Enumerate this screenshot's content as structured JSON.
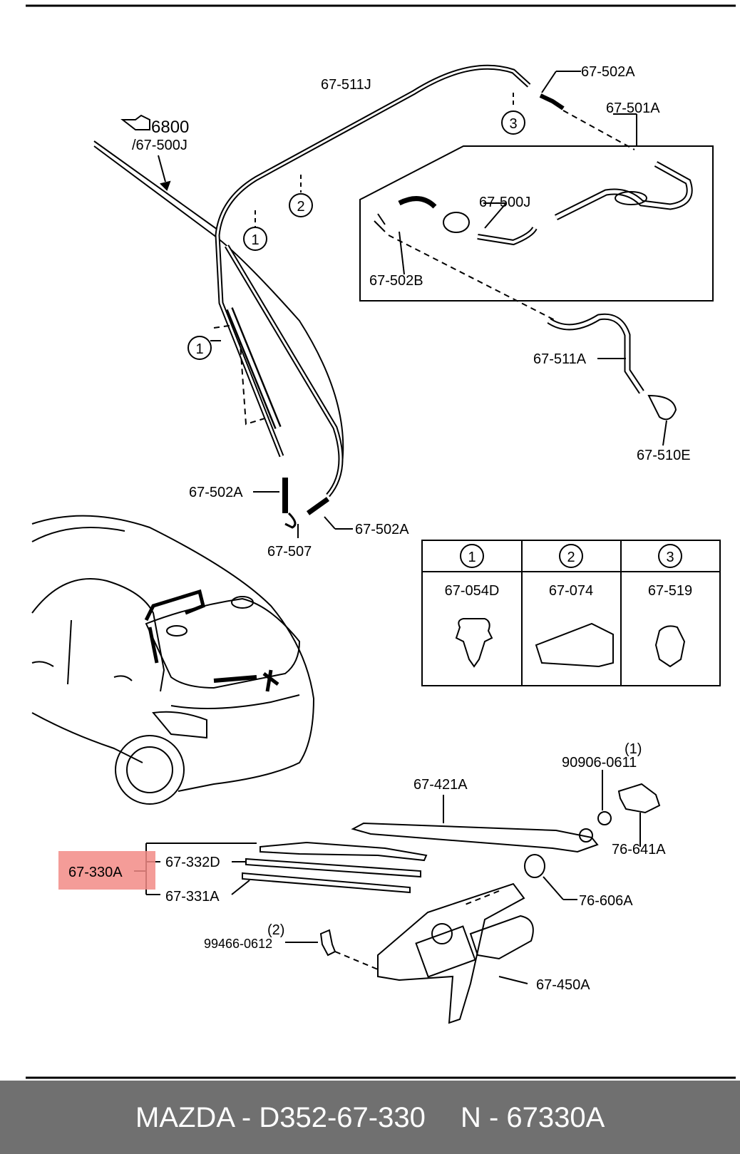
{
  "labels": {
    "ref_6800": "6800",
    "ref_6800_sub": "/67-500J",
    "p_511J": "67-511J",
    "p_502A_top": "67-502A",
    "p_501A": "67-501A",
    "p_500J": "67-500J",
    "p_502B": "67-502B",
    "p_511A": "67-511A",
    "p_510E": "67-510E",
    "p_502A_left": "67-502A",
    "p_502A_right": "67-502A",
    "p_507": "67-507",
    "p_421A": "67-421A",
    "p_90906": "90906-0611",
    "p_90906_qty": "(1)",
    "p_641A": "76-641A",
    "p_330A": "67-330A",
    "p_332D": "67-332D",
    "p_331A": "67-331A",
    "p_606A": "76-606A",
    "p_99466": "99466-0612",
    "p_99466_qty": "(2)",
    "p_450A": "67-450A"
  },
  "callouts": {
    "one": "1",
    "two": "2",
    "three": "3"
  },
  "legend": [
    {
      "num": "1",
      "part": "67-054D"
    },
    {
      "num": "2",
      "part": "67-074"
    },
    {
      "num": "3",
      "part": "67-519"
    }
  ],
  "footer": {
    "left": "MAZDA - D352-67-330",
    "right": "N - 67330A"
  },
  "highlight_color": "#f28b86"
}
